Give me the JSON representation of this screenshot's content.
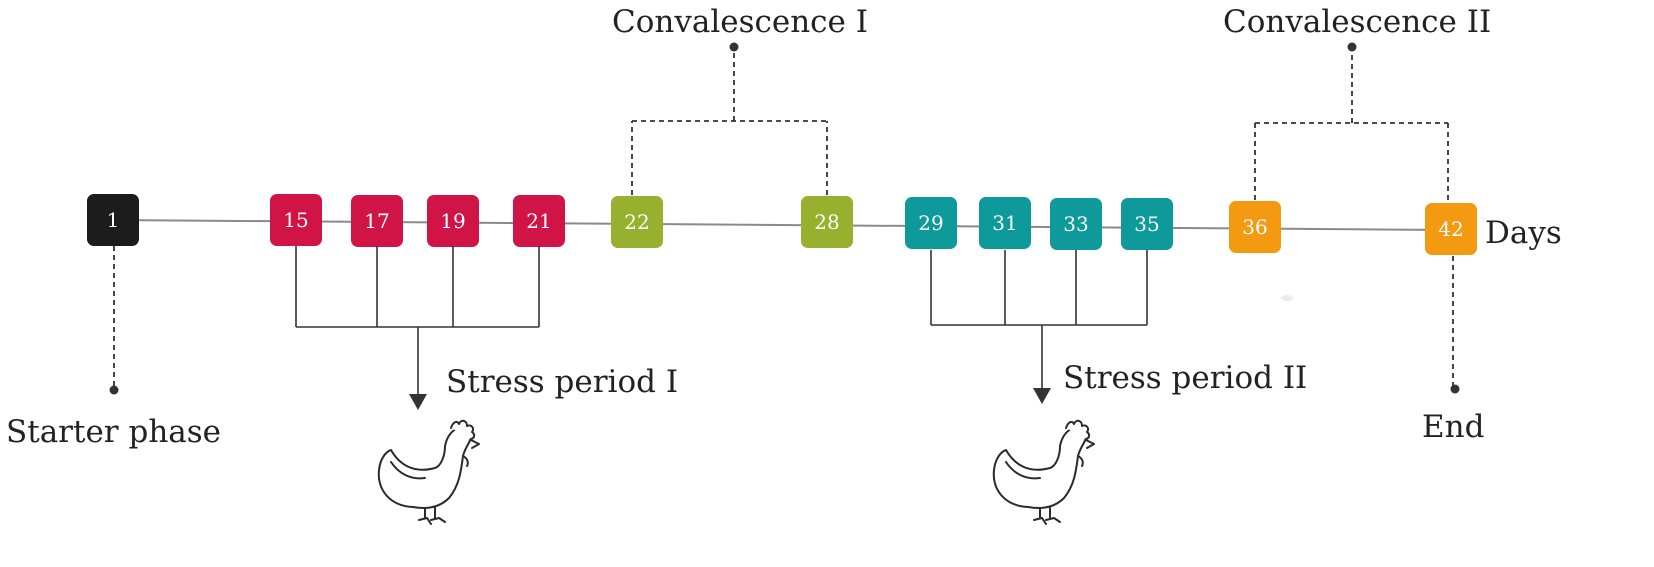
{
  "colors": {
    "starter": "#1c1c1c",
    "stress": "#d01446",
    "convalescence1": "#97b12f",
    "stress2": "#0e9a9a",
    "convalescence2": "#f39a10"
  },
  "days": [
    {
      "label": "1",
      "color_key": "starter"
    },
    {
      "label": "15",
      "color_key": "stress"
    },
    {
      "label": "17",
      "color_key": "stress"
    },
    {
      "label": "19",
      "color_key": "stress"
    },
    {
      "label": "21",
      "color_key": "stress"
    },
    {
      "label": "22",
      "color_key": "convalescence1"
    },
    {
      "label": "28",
      "color_key": "convalescence1"
    },
    {
      "label": "29",
      "color_key": "stress2"
    },
    {
      "label": "31",
      "color_key": "stress2"
    },
    {
      "label": "33",
      "color_key": "stress2"
    },
    {
      "label": "35",
      "color_key": "stress2"
    },
    {
      "label": "36",
      "color_key": "convalescence2"
    },
    {
      "label": "42",
      "color_key": "convalescence2"
    }
  ],
  "labels": {
    "days_axis": "Days",
    "starter": "Starter phase",
    "stress1": "Stress period I",
    "stress2": "Stress period II",
    "convalescence1": "Convalescence I",
    "convalescence2": "Convalescence II",
    "end": "End"
  },
  "icons": [
    "chicken-icon",
    "chicken-icon"
  ]
}
